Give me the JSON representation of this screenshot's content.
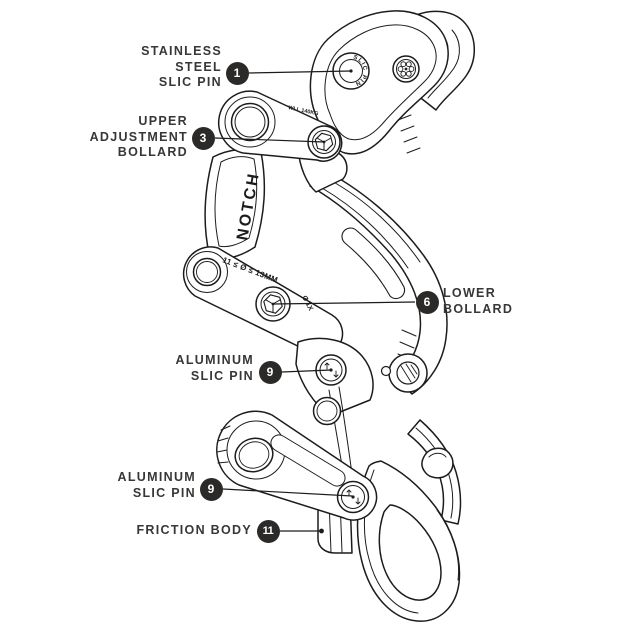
{
  "colors": {
    "line": "#1c1c1c",
    "label_text": "#383737",
    "badge_bg": "#2b2a29",
    "badge_text": "#ffffff",
    "page_bg": "#ffffff"
  },
  "diagram": {
    "callouts": [
      {
        "number": "1",
        "lines": [
          "STAINLESS",
          "STEEL",
          "SLIC PIN"
        ]
      },
      {
        "number": "3",
        "lines": [
          "UPPER",
          "ADJUSTMENT",
          "BOLLARD"
        ]
      },
      {
        "number": "6",
        "lines": [
          "LOWER",
          "BOLLARD"
        ]
      },
      {
        "number": "9",
        "lines": [
          "ALUMINUM",
          "SLIC PIN"
        ]
      },
      {
        "number": "9",
        "lines": [
          "ALUMINUM",
          "SLIC PIN"
        ]
      },
      {
        "number": "11",
        "lines": [
          "FRICTION BODY"
        ]
      }
    ],
    "engravings": {
      "brand": "NOTCH",
      "pin_text": "SLIC PIN",
      "rope_spec": "11 ≤ Ø ≤ 13MM",
      "load_rating": "WLL 140KG",
      "pin_marking": "Ø 1X"
    }
  }
}
